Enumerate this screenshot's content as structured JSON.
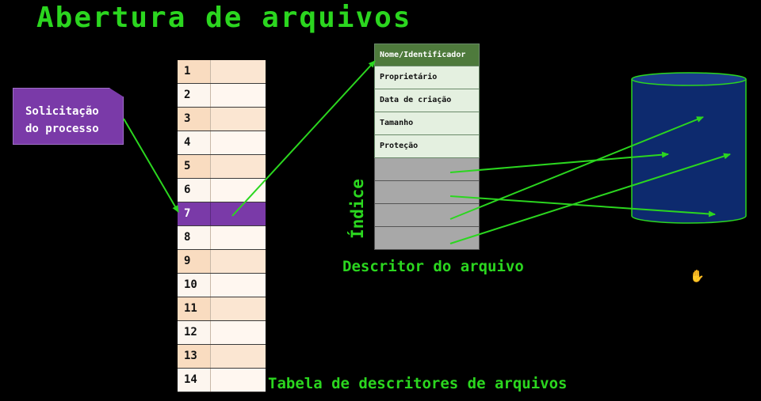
{
  "title": "Abertura de arquivos",
  "process_box": {
    "line1": "Solicitação",
    "line2": "do processo"
  },
  "fd_table": {
    "rows": [
      "1",
      "2",
      "3",
      "4",
      "5",
      "6",
      "7",
      "8",
      "9",
      "10",
      "11",
      "12",
      "13",
      "14"
    ],
    "selected": "7",
    "label": "Tabela de descritores de arquivos"
  },
  "file_descriptor": {
    "header": "Nome/Identificador",
    "fields": [
      "Proprietário",
      "Data de criação",
      "Tamanho",
      "Proteção"
    ],
    "index_label": "Índice",
    "label": "Descritor do arquivo"
  },
  "colors": {
    "accent_green": "#2bd61f",
    "process_purple": "#7a3aa8",
    "disk_blue": "#0d2a6e"
  }
}
